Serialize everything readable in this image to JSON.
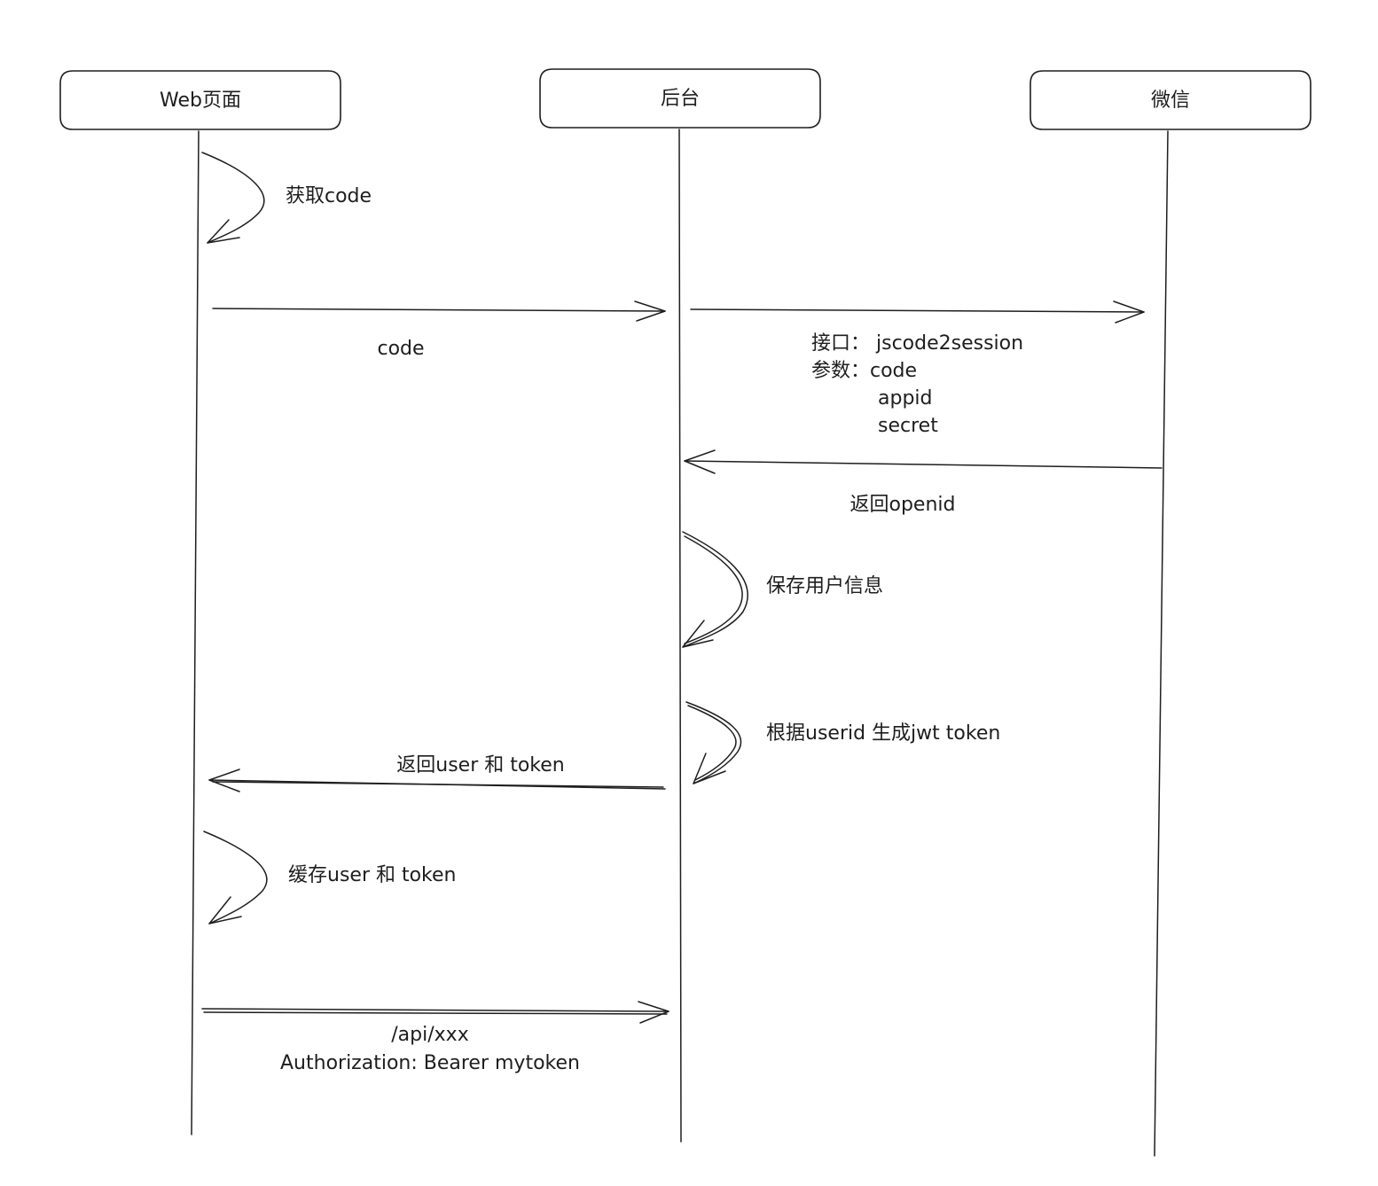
{
  "actors": {
    "web": "Web页面",
    "server": "后台",
    "wechat": "微信"
  },
  "steps": {
    "get_code": "获取code",
    "send_code": "code",
    "api_line1": "接口：  jscode2session",
    "api_line2": "参数：code",
    "api_line3": "appid",
    "api_line4": "secret",
    "return_openid": "返回openid",
    "save_user": "保存用户信息",
    "gen_token": "根据userid 生成jwt token",
    "return_user_token": "返回user 和 token",
    "cache_user_token": "缓存user 和 token",
    "api_call_line1": "/api/xxx",
    "api_call_line2": "Authorization: Bearer mytoken"
  }
}
